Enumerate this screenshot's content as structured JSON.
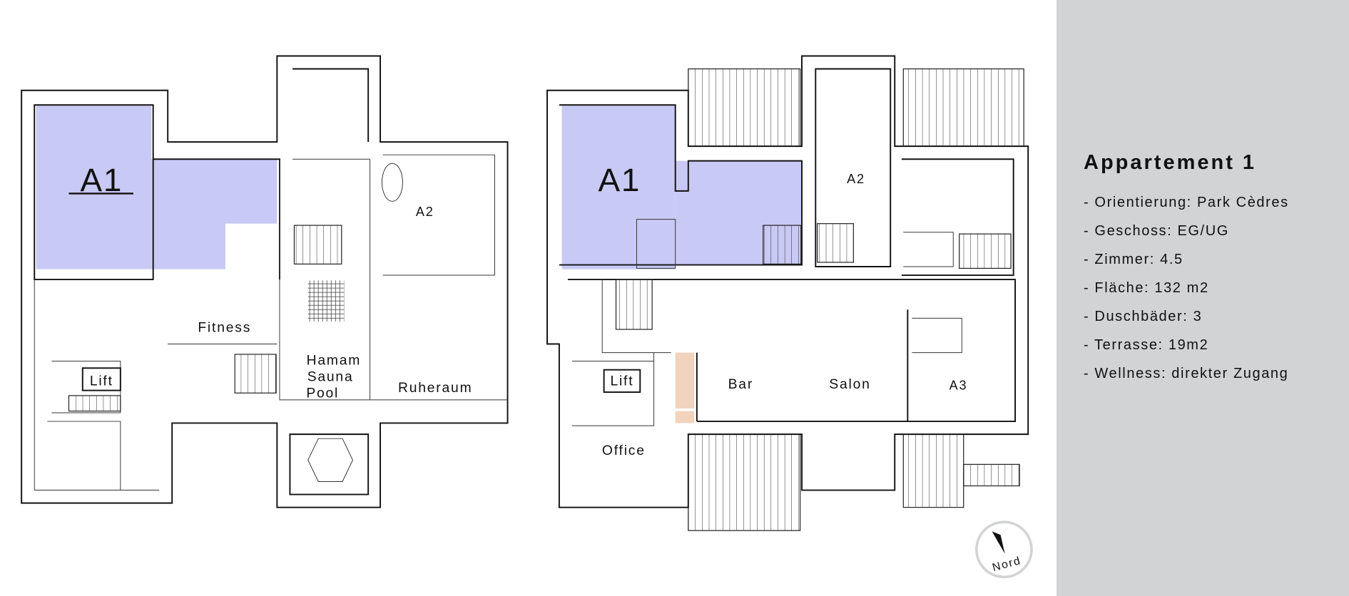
{
  "plan_left": {
    "labels": {
      "a1": "A1",
      "a2": "A2",
      "fitness": "Fitness",
      "lift": "Lift",
      "hamam": "Hamam",
      "sauna": "Sauna",
      "pool": "Pool",
      "ruheraum": "Ruheraum"
    }
  },
  "plan_right": {
    "labels": {
      "a1": "A1",
      "a2": "A2",
      "a3": "A3",
      "lift": "Lift",
      "bar": "Bar",
      "salon": "Salon",
      "office": "Office"
    }
  },
  "compass": {
    "label": "Nord"
  },
  "info": {
    "title": "Appartement 1",
    "items": [
      "- Orientierung: Park Cèdres",
      "- Geschoss: EG/UG",
      "- Zimmer: 4.5",
      "- Fläche: 132 m2",
      "- Duschbäder: 3",
      "- Terrasse: 19m2",
      "- Wellness: direkter Zugang"
    ]
  },
  "colors": {
    "apartment_highlight": "#c9c9f5",
    "panel": "#d1d3d4",
    "accent_tan": "#f2d3bd"
  }
}
